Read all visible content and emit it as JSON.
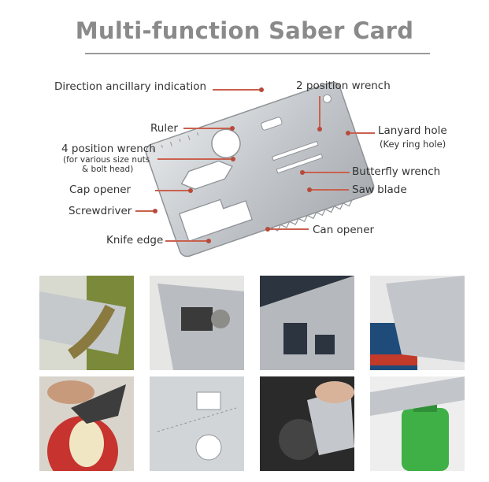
{
  "title": "Multi-function Saber Card",
  "labels": {
    "direction": "Direction ancillary indication",
    "ruler": "Ruler",
    "four_wrench": "4 position wrench",
    "four_wrench_sub1": "(for various size nuts",
    "four_wrench_sub2": "& bolt head)",
    "cap_opener": "Cap opener",
    "screwdriver": "Screwdriver",
    "knife_edge": "Knife edge",
    "two_wrench": "2 position wrench",
    "lanyard": "Lanyard hole",
    "lanyard_sub": "(Key ring hole)",
    "butterfly": "Butterfly wrench",
    "saw": "Saw blade",
    "can_opener": "Can opener"
  },
  "colors": {
    "title": "#8a8a8a",
    "leader": "#c9614f",
    "steel": "#c8ccd0"
  },
  "photo_icons": [
    "saw-on-branch-icon",
    "wrench-on-bolt-icon",
    "card-on-laptop-icon",
    "can-opener-on-can-icon",
    "knife-peeling-apple-icon",
    "card-closeup-icon",
    "card-on-camera-icon",
    "bottle-opener-on-bottle-icon"
  ]
}
